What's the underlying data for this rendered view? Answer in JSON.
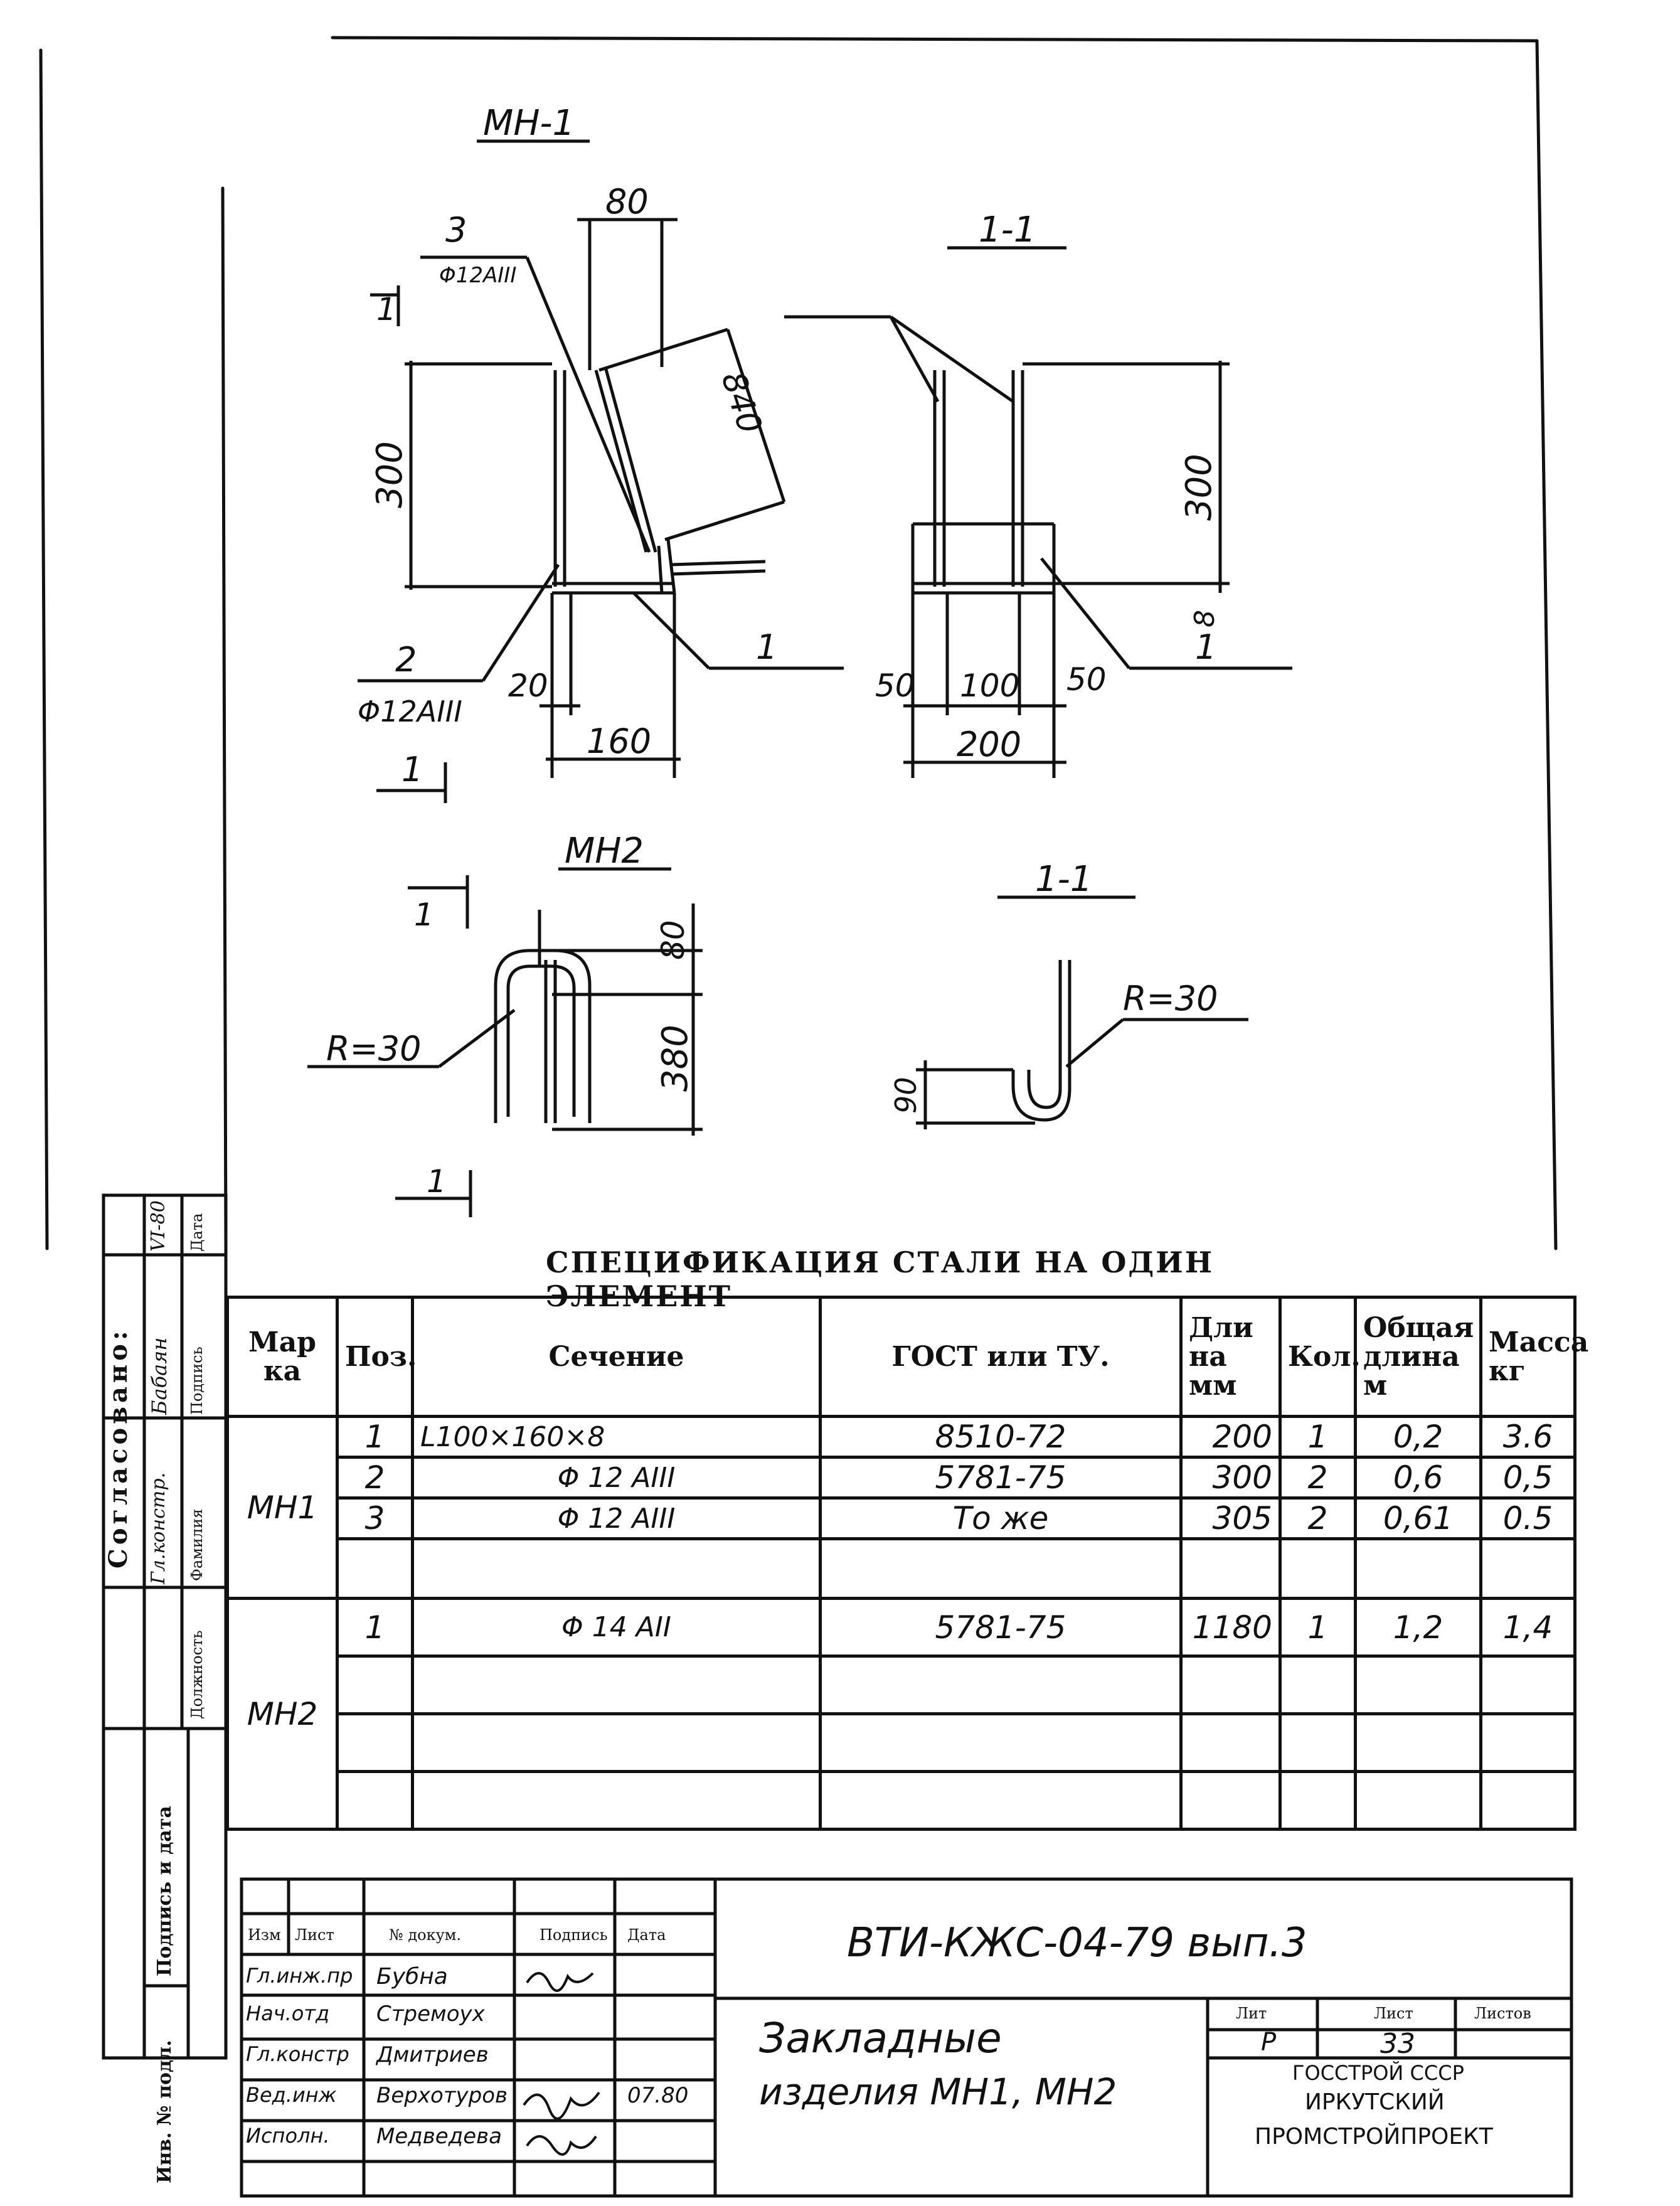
{
  "drawing": {
    "mn1": {
      "title": "МН-1",
      "section_title": "1-1",
      "dims": [
        "80",
        "3",
        "Φ12AIII",
        "840",
        "300",
        "2",
        "Φ12AIII",
        "20",
        "160",
        "1",
        "1",
        "1"
      ],
      "section_dims": [
        "300",
        "8",
        "50",
        "100",
        "50",
        "200",
        "1"
      ]
    },
    "mn2": {
      "title": "МН2",
      "section_title": "1-1",
      "dims": [
        "80",
        "380",
        "R=30",
        "1",
        "1"
      ],
      "section_dims": [
        "R=30",
        "90"
      ]
    }
  },
  "spec": {
    "title": "СПЕЦИФИКАЦИЯ СТАЛИ НА ОДИН ЭЛЕМЕНТ",
    "headers": {
      "marka": "Мар ка",
      "pos": "Поз.",
      "section": "Сечение",
      "gost": "ГОСТ или ТУ.",
      "length": "Дли на мм",
      "qty": "Кол.",
      "total_length": "Общая длина м",
      "mass": "Масса кг"
    },
    "groups": [
      {
        "marka": "МН1",
        "rows": [
          {
            "pos": "1",
            "section": "L100×160×8",
            "gost": "8510-72",
            "length": "200",
            "qty": "1",
            "total_length": "0,2",
            "mass": "3.6"
          },
          {
            "pos": "2",
            "section": "Φ 12 AIII",
            "gost": "5781-75",
            "length": "300",
            "qty": "2",
            "total_length": "0,6",
            "mass": "0,5"
          },
          {
            "pos": "3",
            "section": "Φ 12 AIII",
            "gost": "То же",
            "length": "305",
            "qty": "2",
            "total_length": "0,61",
            "mass": "0.5"
          }
        ]
      },
      {
        "marka": "МН2",
        "rows": [
          {
            "pos": "1",
            "section": "Φ 14 AII",
            "gost": "5781-75",
            "length": "1180",
            "qty": "1",
            "total_length": "1,2",
            "mass": "1,4"
          }
        ]
      }
    ]
  },
  "side_block": {
    "agreed": "Согласовано:",
    "position_label": "Должность",
    "position_value": "Гл.констр.",
    "surname_label": "Фамилия",
    "surname_value": "Бабаян",
    "signature_label": "Подпись",
    "date_value": "VI-80",
    "date_label": "Дата",
    "sign_date": "Подпись и дата",
    "inv_no": "Инв. № подл."
  },
  "title_block": {
    "code": "ВТИ-КЖС-04-79 вып.3",
    "header_cols": [
      "Изм",
      "Лист",
      "№ докум.",
      "Подпись",
      "Дата"
    ],
    "people": [
      {
        "role": "Гл.инж.пр",
        "name": "Бубна"
      },
      {
        "role": "Нач.отд",
        "name": "Стремоух"
      },
      {
        "role": "Гл.констр",
        "name": "Дмитриев"
      },
      {
        "role": "Вед.инж",
        "name": "Верхотуров",
        "date": "07.80"
      },
      {
        "role": "Исполн.",
        "name": "Медведева"
      }
    ],
    "name_line1": "Закладные",
    "name_line2": "изделия МН1, МН2",
    "stage_label": "Лит",
    "sheet_label": "Лист",
    "sheets_label": "Листов",
    "stage_value": "Р",
    "sheet_value": "33",
    "org_line1": "ГОССТРОЙ СССР",
    "org_line2": "ИРКУТСКИЙ",
    "org_line3": "ПРОМСТРОЙПРОЕКТ"
  }
}
